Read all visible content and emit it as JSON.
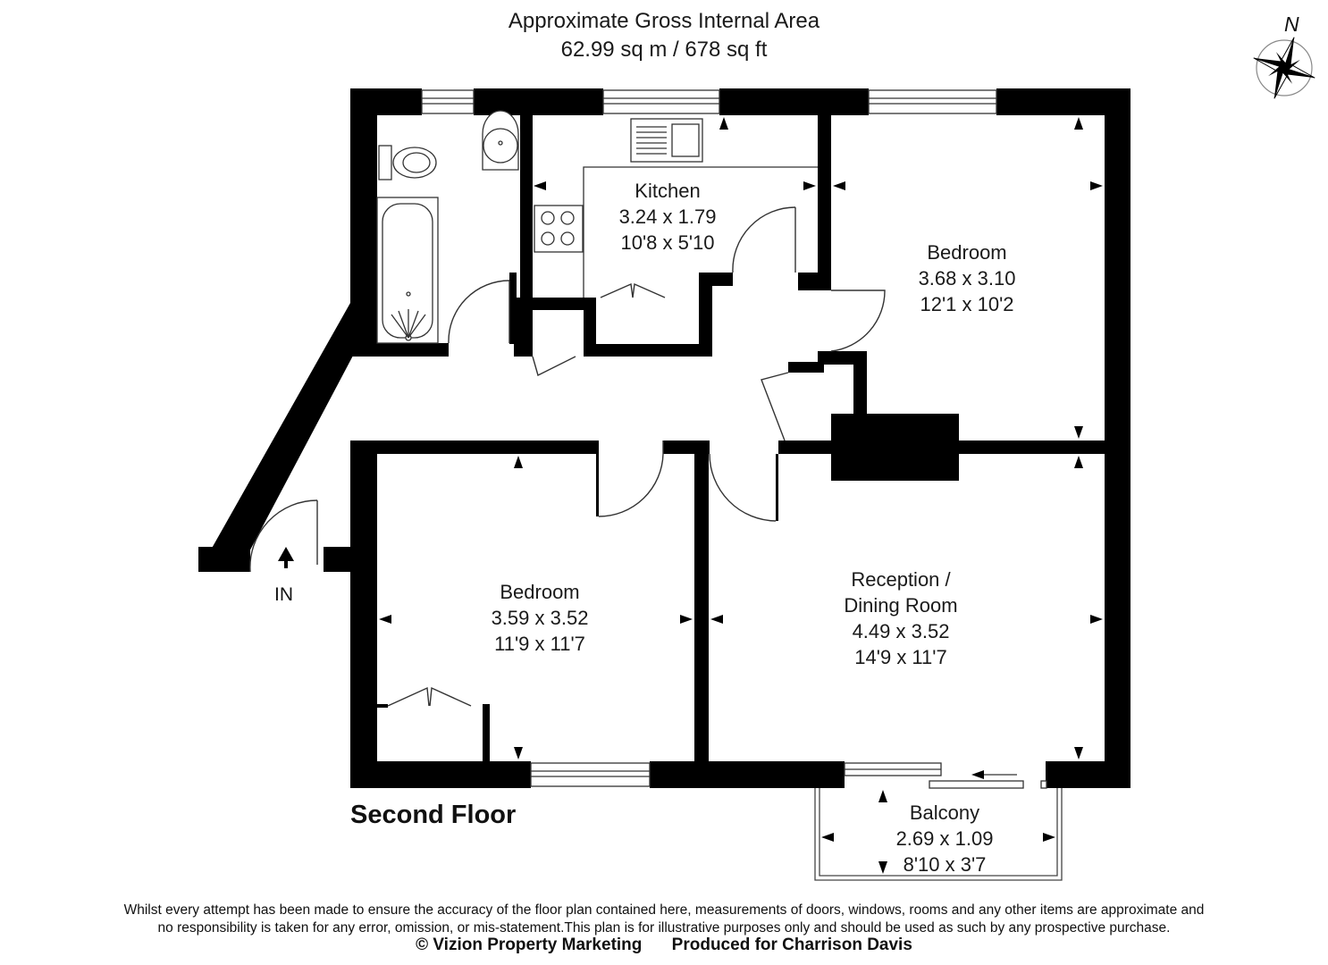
{
  "header": {
    "title": "Approximate Gross Internal Area",
    "area": "62.99 sq m / 678 sq ft"
  },
  "compass": {
    "label": "N"
  },
  "rooms": {
    "kitchen": {
      "name": "Kitchen",
      "metric": "3.24 x 1.79",
      "imperial": "10'8 x 5'10"
    },
    "bedroom1": {
      "name": "Bedroom",
      "metric": "3.68 x 3.10",
      "imperial": "12'1 x 10'2"
    },
    "bedroom2": {
      "name": "Bedroom",
      "metric": "3.59 x 3.52",
      "imperial": "11'9 x 11'7"
    },
    "reception": {
      "name_line1": "Reception /",
      "name_line2": "Dining Room",
      "metric": "4.49 x 3.52",
      "imperial": "14'9 x 11'7"
    },
    "balcony": {
      "name": "Balcony",
      "metric": "2.69 x 1.09",
      "imperial": "8'10 x 3'7"
    }
  },
  "entrance_label": "IN",
  "floor_name": "Second Floor",
  "footer": {
    "disclaimer_line1": "Whilst every attempt has been made to ensure the accuracy of the floor plan contained here, measurements of doors, windows, rooms and any other items are approximate and",
    "disclaimer_line2": "no responsibility is taken for any error, omission, or mis-statement.This plan is for illustrative purposes only and should be used as such by any prospective purchase.",
    "copyright": "© Vizion Property Marketing",
    "produced_for": "Produced for Charrison Davis"
  },
  "colors": {
    "wall": "#000000",
    "background": "#ffffff",
    "line": "#333333"
  },
  "icons": [
    "compass-icon",
    "toilet-icon",
    "basin-icon",
    "bath-icon",
    "sink-icon",
    "hob-icon",
    "entrance-arrow-icon"
  ]
}
